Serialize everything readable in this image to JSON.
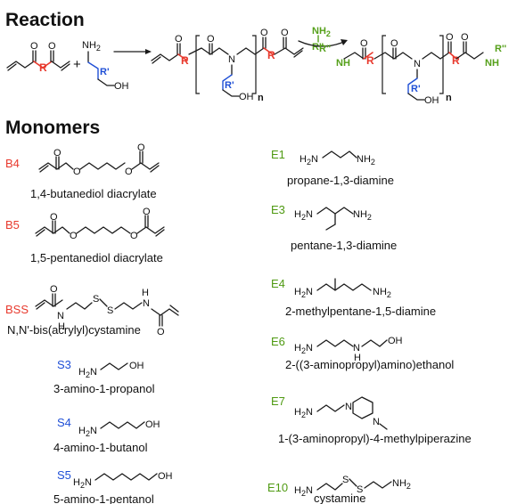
{
  "headings": {
    "reaction": "Reaction",
    "monomers": "Monomers"
  },
  "reaction": {
    "r": "R",
    "r_prime": "R'",
    "r_double_prime": "R''",
    "plus": "+",
    "repeat_n": "n",
    "atoms": {
      "o": "O",
      "n": "N",
      "oh": "OH",
      "nh": "NH",
      "nh2": "NH",
      "h": "H"
    }
  },
  "acrylates": [
    {
      "code": "B4",
      "name": "1,4-butanediol diacrylate"
    },
    {
      "code": "B5",
      "name": "1,5-pentanediol diacrylate"
    },
    {
      "code": "BSS",
      "name": "N,N'-bis(acrylyl)cystamine"
    }
  ],
  "amino_alcohols": [
    {
      "code": "S3",
      "name": "3-amino-1-propanol"
    },
    {
      "code": "S4",
      "name": "4-amino-1-butanol"
    },
    {
      "code": "S5",
      "name": "5-amino-1-pentanol"
    }
  ],
  "end_caps": [
    {
      "code": "E1",
      "name": "propane-1,3-diamine"
    },
    {
      "code": "E3",
      "name": "pentane-1,3-diamine"
    },
    {
      "code": "E4",
      "name": "2-methylpentane-1,5-diamine"
    },
    {
      "code": "E6",
      "name": "2-((3-aminopropyl)amino)ethanol"
    },
    {
      "code": "E7",
      "name": "1-(3-aminopropyl)-4-methylpiperazine"
    },
    {
      "code": "E10",
      "name": "cystamine"
    }
  ],
  "structure_atoms": {
    "h2n": "H",
    "nh2": "NH",
    "oh": "OH",
    "o": "O",
    "n": "N",
    "s": "S",
    "h": "H",
    "sub2": "2"
  },
  "colors": {
    "acrylate": "#e8392d",
    "amino_alcohol": "#1f4fd6",
    "end_cap": "#55a01a"
  }
}
